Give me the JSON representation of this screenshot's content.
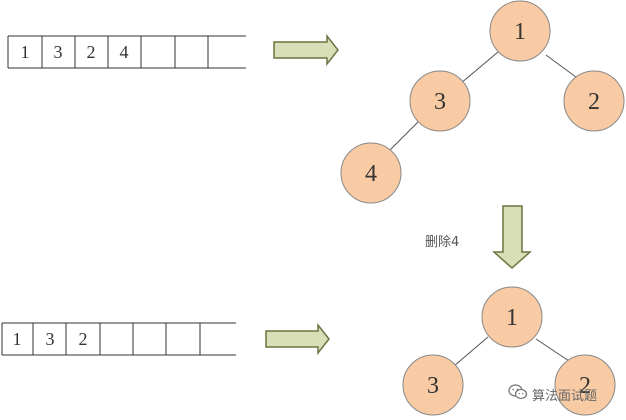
{
  "top": {
    "array": [
      "1",
      "3",
      "2",
      "4",
      "",
      "",
      ""
    ],
    "tree": {
      "root": "1",
      "left": "3",
      "right": "2",
      "left_left": "4"
    }
  },
  "operation_label": "删除4",
  "bottom": {
    "array": [
      "1",
      "3",
      "2",
      "",
      "",
      "",
      ""
    ],
    "tree": {
      "root": "1",
      "left": "3",
      "right": "2"
    }
  },
  "watermark": {
    "text": "算法面试题",
    "icon": "wechat-icon"
  },
  "colors": {
    "node_fill": "#f9cba5",
    "node_stroke": "#888888",
    "arrow_fill": "#d8dfb8",
    "arrow_stroke": "#6b7340"
  }
}
